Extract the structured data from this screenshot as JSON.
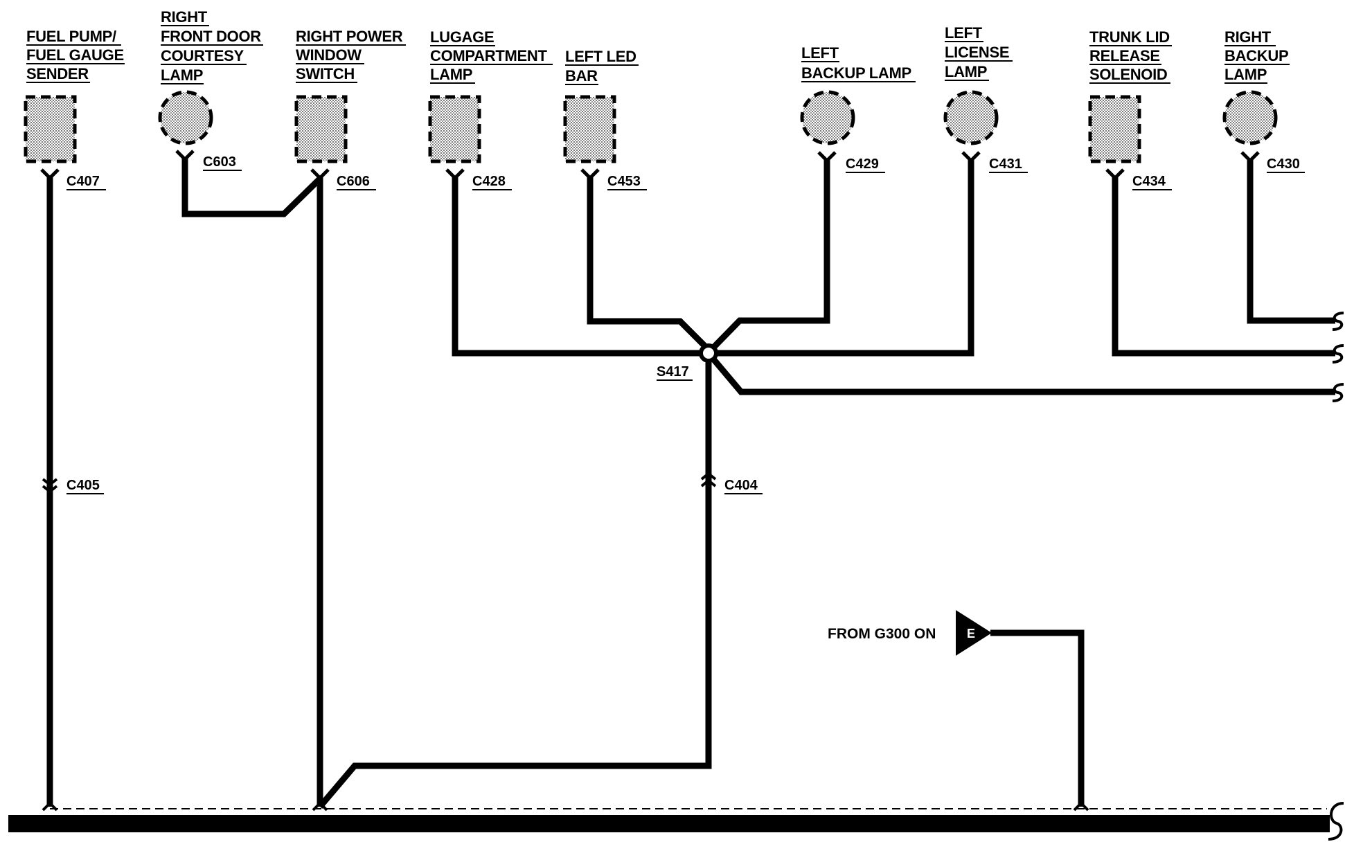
{
  "components": [
    {
      "id": "fuel-pump",
      "shape": "square",
      "label": [
        "FUEL PUMP/",
        "FUEL GAUGE",
        "SENDER"
      ],
      "connector": "C407"
    },
    {
      "id": "right-front-door",
      "shape": "circle",
      "label": [
        "RIGHT",
        "FRONT DOOR",
        "COURTESY",
        "LAMP"
      ],
      "connector": "C603"
    },
    {
      "id": "right-power-window",
      "shape": "square",
      "label": [
        "RIGHT POWER",
        "WINDOW",
        "SWITCH"
      ],
      "connector": "C606"
    },
    {
      "id": "lugage-compartment",
      "shape": "square",
      "label": [
        "LUGAGE",
        "COMPARTMENT",
        "LAMP"
      ],
      "connector": "C428"
    },
    {
      "id": "left-led-bar",
      "shape": "square",
      "label": [
        "LEFT LED",
        "BAR"
      ],
      "connector": "C453"
    },
    {
      "id": "left-backup",
      "shape": "circle",
      "label": [
        "LEFT",
        "BACKUP LAMP"
      ],
      "connector": "C429"
    },
    {
      "id": "left-license",
      "shape": "circle",
      "label": [
        "LEFT",
        "LICENSE",
        "LAMP"
      ],
      "connector": "C431"
    },
    {
      "id": "trunk-lid",
      "shape": "square",
      "label": [
        "TRUNK LID",
        "RELEASE",
        "SOLENOID"
      ],
      "connector": "C434"
    },
    {
      "id": "right-backup",
      "shape": "circle",
      "label": [
        "RIGHT",
        "BACKUP",
        "LAMP"
      ],
      "connector": "C430"
    }
  ],
  "inline_connectors": {
    "left": "C405",
    "splice_feed": "C404"
  },
  "splice": "S417",
  "ground_source": {
    "text": "FROM G300 ON",
    "marker": "E"
  }
}
